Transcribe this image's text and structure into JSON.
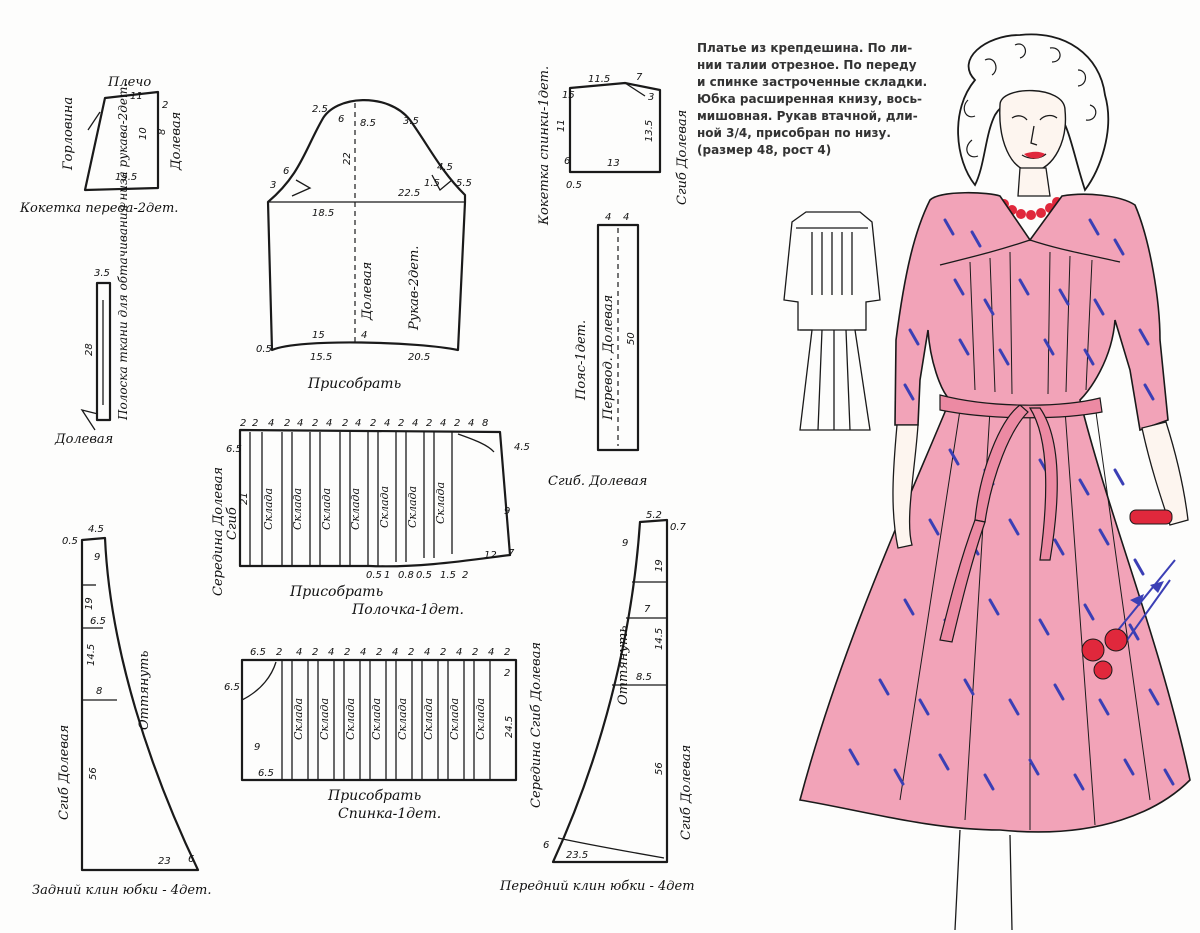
{
  "description": {
    "lines": [
      "Платье из крепдешина. По ли-",
      "нии талии отрезное. По переду",
      "и спинке застроченные складки.",
      "Юбка расширенная книзу, вось-",
      "мишовная. Рукав втачной, дли-",
      "ной 3/4, присобран по низу.",
      "(размер 48, рост 4)"
    ]
  },
  "front_yoke": {
    "caption": "Кокетка переда-2дет.",
    "label_shoulder": "Плечо",
    "label_neckline": "Горловина",
    "label_grain": "Долевая",
    "dims": [
      "11",
      "2",
      "8",
      "10",
      "15.5"
    ]
  },
  "sleeve": {
    "caption": "Рукав-2дет.",
    "label_grain": "Долевая",
    "label_gather": "Присобрать",
    "dims": [
      "2.5",
      "6",
      "3.5",
      "8.5",
      "22",
      "6",
      "3",
      "4.5",
      "5.5",
      "1.5",
      "18.5",
      "22.5",
      "15",
      "4",
      "0.5",
      "15.5",
      "20.5"
    ]
  },
  "cuff_strip": {
    "caption": "Полоска ткани для обтачивания низа рукава-2дет.",
    "label_grain": "Долевая",
    "dims": [
      "3.5",
      "28"
    ]
  },
  "back_yoke": {
    "caption": "Кокетка спинки-1дет.",
    "label_fold": "Сгиб Долевая",
    "dims": [
      "11.5",
      "7",
      "15",
      "11",
      "3",
      "13.5",
      "6",
      "13",
      "0.5"
    ]
  },
  "belt": {
    "caption": "Пояс-1дет.",
    "label_grain": "Перевод. Долевая",
    "label_fold": "Сгиб. Долевая",
    "dims": [
      "4",
      "4",
      "50"
    ]
  },
  "bodice_front": {
    "caption": "Полочка-1дет.",
    "label_center": "Середина Долевая",
    "label_fold": "Сгиб",
    "label_gather": "Присобрать",
    "pleat_label": "Склада",
    "top_dims": [
      "2",
      "2",
      "4",
      "2",
      "4",
      "2",
      "4",
      "2",
      "4",
      "2",
      "4",
      "2",
      "4",
      "2",
      "4",
      "2",
      "4"
    ],
    "dims": [
      "8",
      "4.5",
      "6.5",
      "21",
      "9",
      "12",
      "7",
      "0.5",
      "1",
      "0.8",
      "0.5",
      "1.5",
      "2"
    ]
  },
  "bodice_back": {
    "caption": "Спинка-1дет.",
    "label_center": "Середина Сгиб Долевая",
    "label_gather": "Присобрать",
    "pleat_label": "Склада",
    "top_dims": [
      "6.5",
      "2",
      "4",
      "2",
      "4",
      "2",
      "4",
      "2",
      "4",
      "2",
      "4",
      "2",
      "4",
      "2",
      "4",
      "2"
    ],
    "dims": [
      "6.5",
      "9",
      "6.5",
      "2",
      "24.5"
    ]
  },
  "back_skirt": {
    "caption": "Задний клин юбки - 4дет.",
    "label_fold": "Сгиб Долевая",
    "label_stretch": "Оттянуть",
    "dims": [
      "4.5",
      "0.5",
      "9",
      "19",
      "6.5",
      "14.5",
      "8",
      "56",
      "23",
      "6"
    ]
  },
  "front_skirt": {
    "caption": "Передний клин юбки - 4дет",
    "label_fold": "Сгиб Долевая",
    "label_center": "Середина Сгиб Долевая",
    "label_stretch": "Оттянуть",
    "dims": [
      "5.2",
      "0.7",
      "9",
      "19",
      "7",
      "14.5",
      "8.5",
      "56",
      "6",
      "23.5"
    ]
  },
  "colors": {
    "ink": "#1a1a1a",
    "dress_pink": "#f2a3b8",
    "dress_print": "#3b3fb5",
    "accent_red": "#e0283c",
    "sash_pink": "#ec8aa3",
    "skin": "#fdf5ef"
  }
}
